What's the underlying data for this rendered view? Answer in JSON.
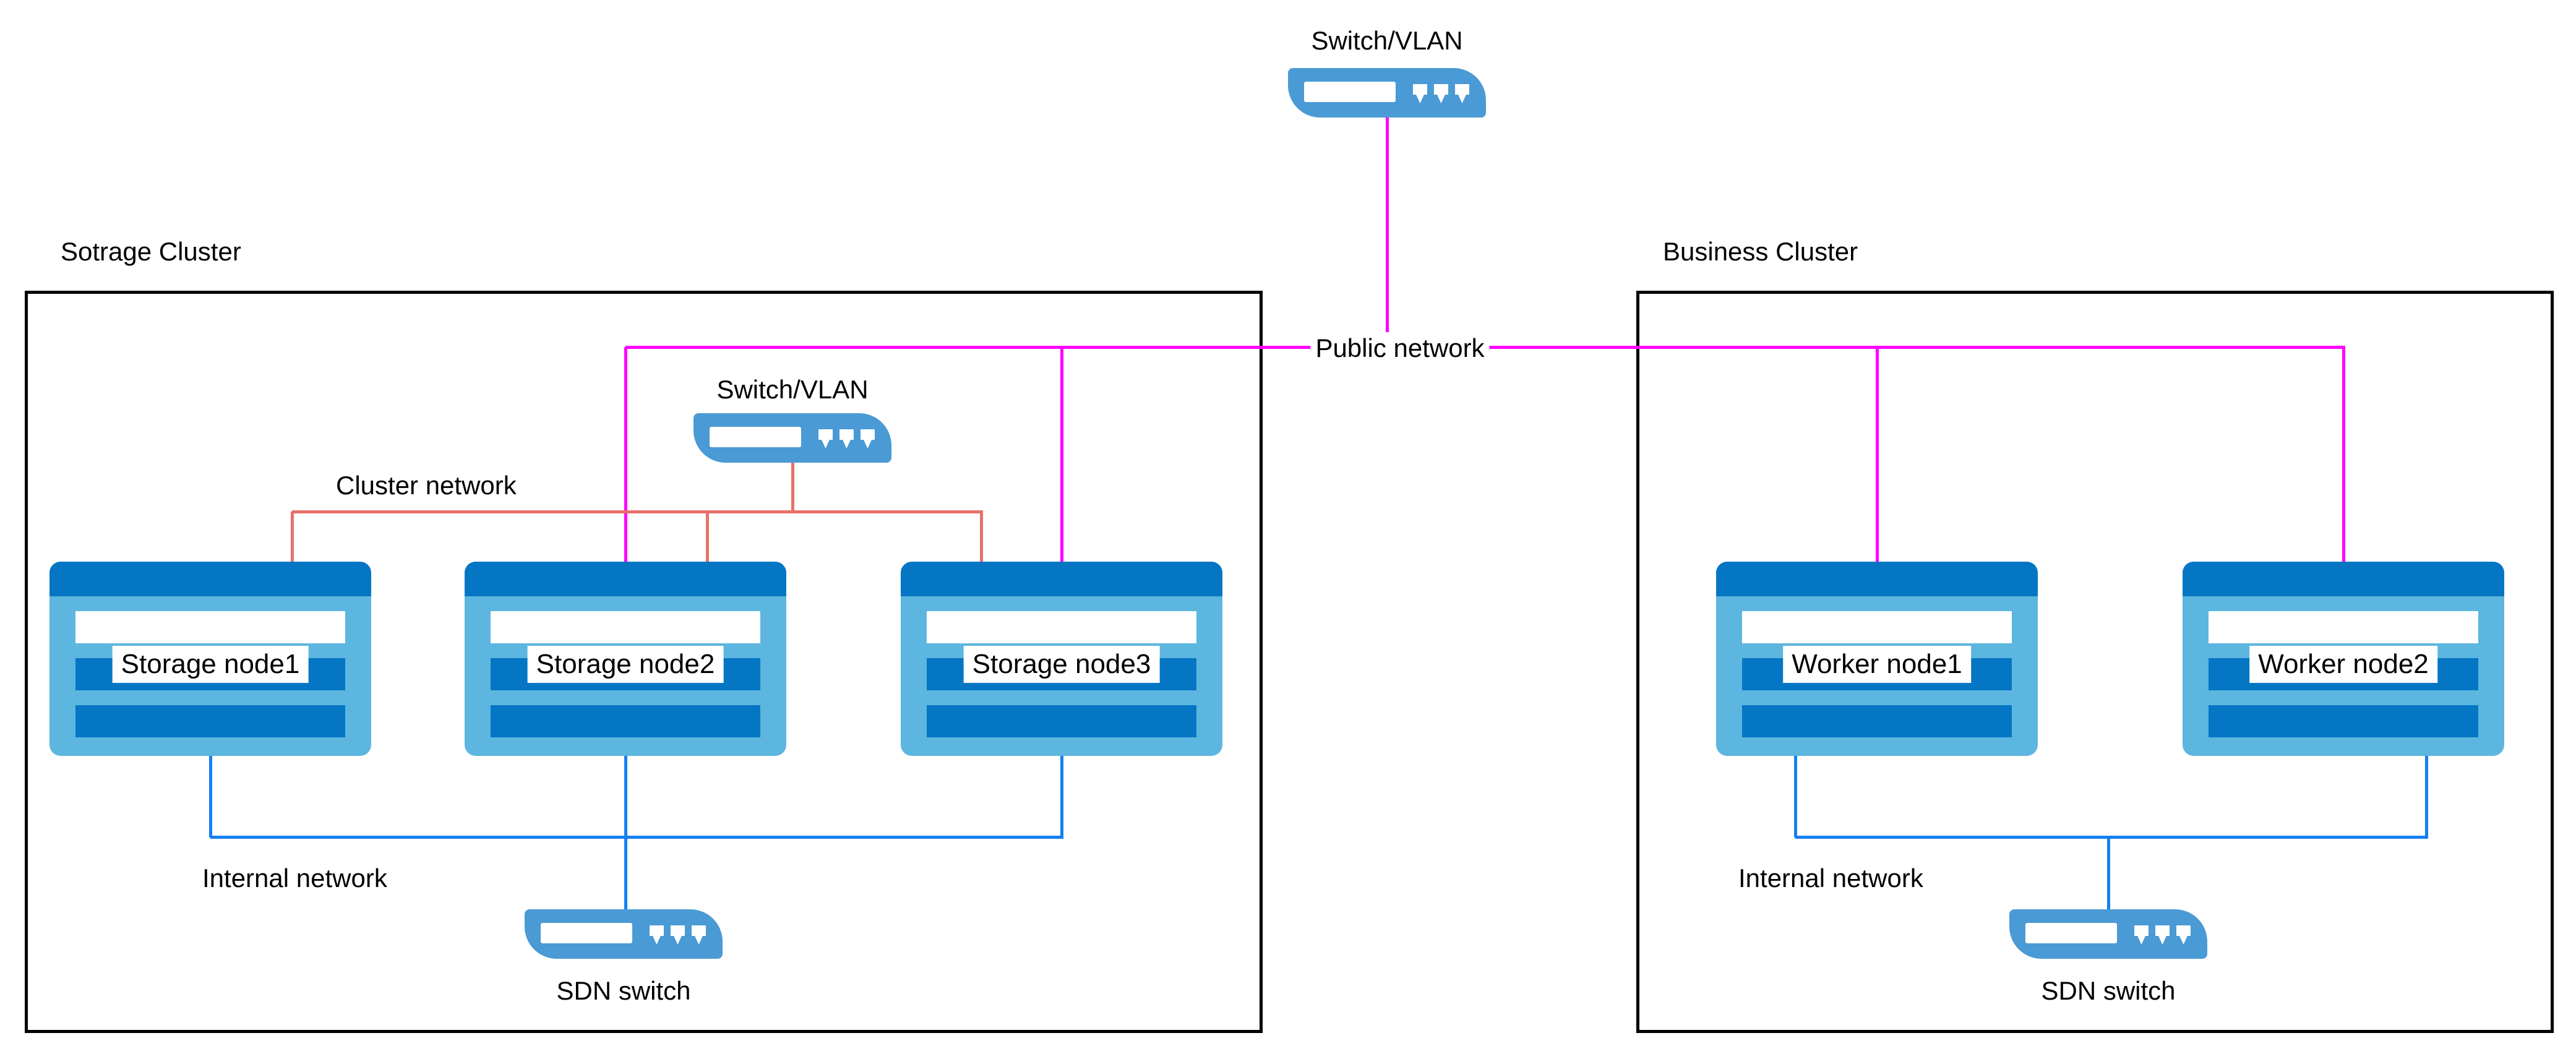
{
  "public_switch": {
    "label": "Switch/VLAN"
  },
  "public_network": {
    "label": "Public network"
  },
  "storage_cluster": {
    "title": "Sotrage Cluster",
    "switch_label": "Switch/VLAN",
    "cluster_network_label": "Cluster network",
    "internal_network_label": "Internal network",
    "sdn_switch_label": "SDN switch",
    "nodes": [
      "Storage node1",
      "Storage node2",
      "Storage node3"
    ]
  },
  "business_cluster": {
    "title": "Business Cluster",
    "internal_network_label": "Internal network",
    "sdn_switch_label": "SDN switch",
    "nodes": [
      "Worker node1",
      "Worker node2"
    ]
  },
  "colors": {
    "switch_blue": "#4A9AD5",
    "node_light": "#5CB6DF",
    "node_dark": "#0476C4",
    "line_red": "#E8706A",
    "line_blue": "#1380F2",
    "line_magenta": "#FF00FF"
  }
}
